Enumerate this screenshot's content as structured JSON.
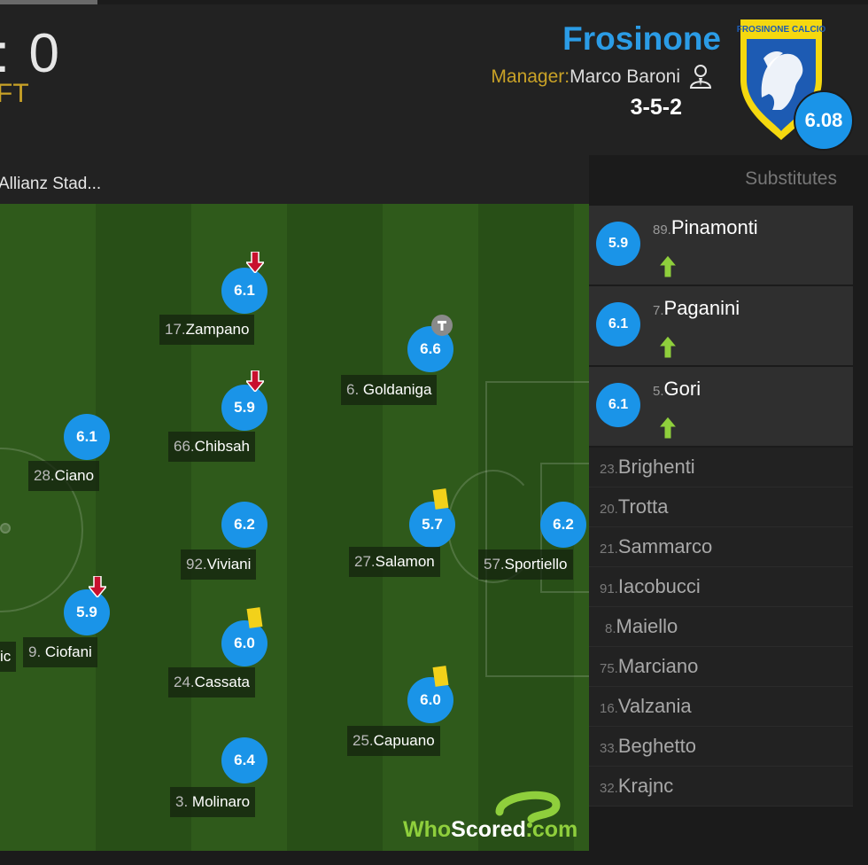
{
  "header": {
    "score": ": 0",
    "status": "FT",
    "team_name": "Frosinone",
    "manager_label": "Manager:",
    "manager_name": "Marco Baroni",
    "formation": "3-5-2",
    "crest_text": "FROSINONE CALCIO",
    "team_rating": "6.08"
  },
  "venue": "Allianz Stad...",
  "substitutes_title": "Substitutes",
  "players": [
    {
      "num": "17.",
      "name": "Zampano",
      "rating": "6.1",
      "event": "subbed-off"
    },
    {
      "num": "66.",
      "name": "Chibsah",
      "rating": "5.9",
      "event": "subbed-off"
    },
    {
      "num": "92.",
      "name": "Viviani",
      "rating": "6.2",
      "event": ""
    },
    {
      "num": "24.",
      "name": "Cassata",
      "rating": "6.0",
      "event": "yellow-card"
    },
    {
      "num": "3.",
      "name": " Molinaro",
      "rating": "6.4",
      "event": ""
    },
    {
      "num": "28.",
      "name": "Ciano",
      "rating": "6.1",
      "event": ""
    },
    {
      "num": "9.",
      "name": " Ciofani",
      "rating": "5.9",
      "event": "subbed-off"
    },
    {
      "num": "6.",
      "name": " Goldaniga",
      "rating": "6.6",
      "event": "injury"
    },
    {
      "num": "27.",
      "name": "Salamon",
      "rating": "5.7",
      "event": "yellow-card"
    },
    {
      "num": "25.",
      "name": "Capuano",
      "rating": "6.0",
      "event": "yellow-card"
    },
    {
      "num": "57.",
      "name": "Sportiello",
      "rating": "6.2",
      "event": ""
    },
    {
      "num": "",
      "name": "ic",
      "rating": "",
      "event": ""
    }
  ],
  "subs_on": [
    {
      "num": "89.",
      "name": "Pinamonti",
      "rating": "5.9"
    },
    {
      "num": "7.",
      "name": "Paganini",
      "rating": "6.1"
    },
    {
      "num": "5.",
      "name": "Gori",
      "rating": "6.1"
    }
  ],
  "bench": [
    {
      "num": "23.",
      "name": "Brighenti"
    },
    {
      "num": "20.",
      "name": "Trotta"
    },
    {
      "num": "21.",
      "name": "Sammarco"
    },
    {
      "num": "91.",
      "name": "Iacobucci"
    },
    {
      "num": "8.",
      "name": "Maiello"
    },
    {
      "num": "75.",
      "name": "Marciano"
    },
    {
      "num": "16.",
      "name": "Valzania"
    },
    {
      "num": "33.",
      "name": "Beghetto"
    },
    {
      "num": "32.",
      "name": "Krajnc"
    }
  ],
  "watermark": {
    "part1": "Who",
    "part2": "Scored",
    "part3": ".com"
  },
  "colors": {
    "accent": "#1a94e8",
    "gold": "#c9a227",
    "pitch": "#2f5a1b",
    "card": "#f2d11a",
    "arrow_out": "#c8102e",
    "arrow_in": "#8fcf3c"
  }
}
